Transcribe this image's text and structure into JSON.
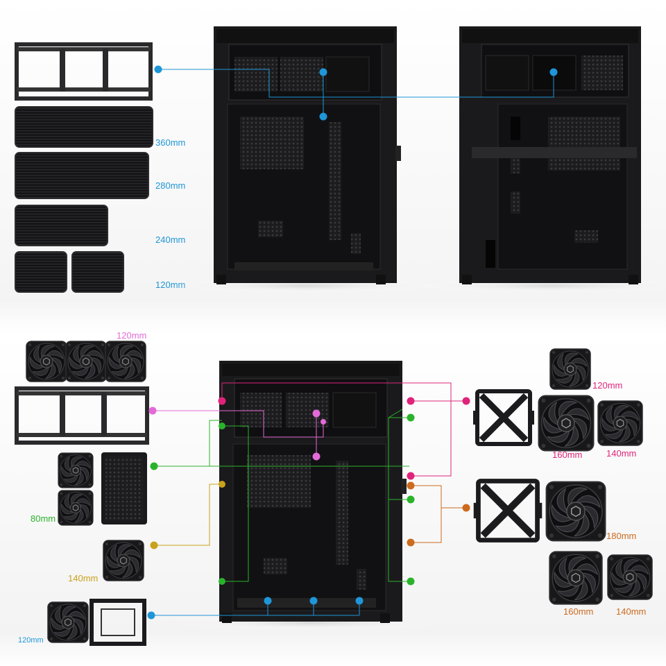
{
  "colors": {
    "blue": "#1e96d8",
    "pink": "#e0237a",
    "magenta": "#e36ad8",
    "green": "#2ab32a",
    "gold": "#c8a21c",
    "orange": "#cc6a1e",
    "case": "#1b1b1d",
    "case_dark": "#0e0e10"
  },
  "labels": {
    "rad_360": "360mm",
    "rad_280": "280mm",
    "rad_240": "240mm",
    "rad_120": "120mm",
    "top_fans": "120mm",
    "side_80": "80mm",
    "side_140": "140mm",
    "bottom_120": "120mm",
    "r_120": "120mm",
    "r_160a": "160mm",
    "r_140a": "140mm",
    "r_180": "180mm",
    "r_160b": "160mm",
    "r_140b": "140mm"
  }
}
